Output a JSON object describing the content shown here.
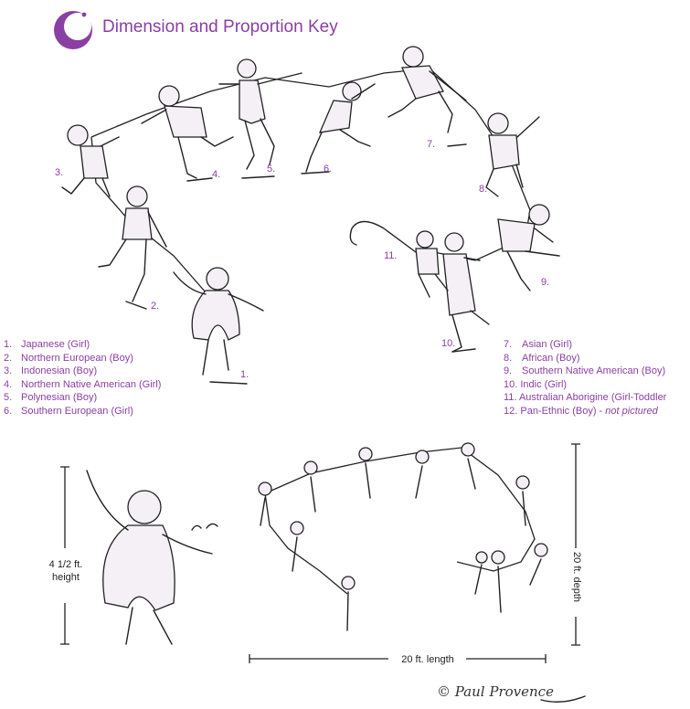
{
  "header": {
    "title": "Dimension and Proportion Key",
    "logo": "crescent-moon-logo",
    "accent_color": "#8a3fa3"
  },
  "figures": [
    {
      "num": "1.",
      "label": "Japanese (Girl)"
    },
    {
      "num": "2.",
      "label": "Northern European (Boy)"
    },
    {
      "num": "3.",
      "label": "Indonesian (Boy)"
    },
    {
      "num": "4.",
      "label": "Northern Native American (Girl)"
    },
    {
      "num": "5.",
      "label": "Polynesian (Boy)"
    },
    {
      "num": "6.",
      "label": "Southern European (Girl)"
    },
    {
      "num": "7.",
      "label": "Asian (Girl)"
    },
    {
      "num": "8.",
      "label": "African (Boy)"
    },
    {
      "num": "9.",
      "label": "Southern Native American (Boy)"
    },
    {
      "num": "10.",
      "label": "Indic (Girl)"
    },
    {
      "num": "11.",
      "label": "Australian Aborigine (Girl-Toddler"
    },
    {
      "num": "12.",
      "label": "Pan-Ethnic (Boy) - ",
      "note": "not pictured"
    }
  ],
  "dimensions": {
    "height_value": "4 1/2 ft.",
    "height_word": "height",
    "length": "20 ft. length",
    "depth": "20 ft. depth"
  },
  "signature": "© Paul Provence"
}
